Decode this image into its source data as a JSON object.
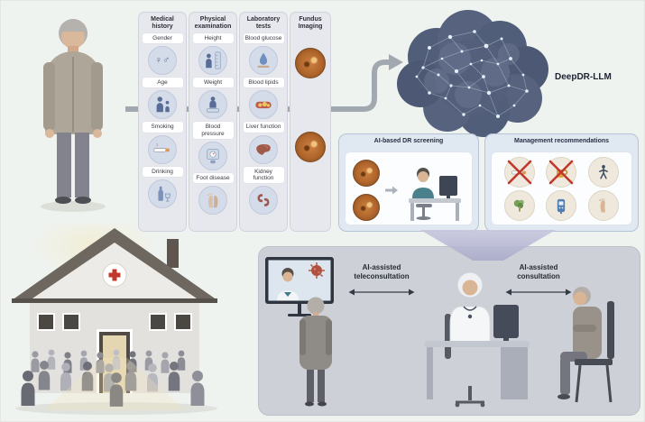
{
  "columns": [
    {
      "title": "Medical history",
      "items": [
        {
          "label": "Gender",
          "icon": "gender-icon"
        },
        {
          "label": "Age",
          "icon": "elderly-person-icon"
        },
        {
          "label": "Smoking",
          "icon": "cigarette-icon"
        },
        {
          "label": "Drinking",
          "icon": "bottle-icon"
        }
      ]
    },
    {
      "title": "Physical examination",
      "items": [
        {
          "label": "Height",
          "icon": "height-ruler-icon"
        },
        {
          "label": "Weight",
          "icon": "weight-scale-icon"
        },
        {
          "label": "Blood pressure",
          "icon": "blood-pressure-monitor-icon"
        },
        {
          "label": "Foot disease",
          "icon": "foot-icon"
        }
      ]
    },
    {
      "title": "Laboratory tests",
      "items": [
        {
          "label": "Blood glucose",
          "icon": "blood-drop-icon"
        },
        {
          "label": "Blood lipids",
          "icon": "artery-lipids-icon"
        },
        {
          "label": "Liver function",
          "icon": "liver-icon"
        },
        {
          "label": "Kidney function",
          "icon": "kidney-icon"
        }
      ]
    },
    {
      "title": "Fundus Imaging",
      "items": [],
      "icons": [
        "fundus-photo",
        "fundus-photo"
      ]
    }
  ],
  "model_label": "DeepDR-LLM",
  "screening_panel": {
    "title": "AI-based DR screening",
    "icons": [
      "fundus-photo",
      "fundus-photo",
      "arrow-right-icon",
      "clinician-at-computer-illustration"
    ]
  },
  "management_panel": {
    "title": "Management recommendations",
    "icons": [
      "no-smoking-icon",
      "no-alcohol-icon",
      "exercise-icon",
      "healthy-diet-icon",
      "glucose-meter-icon",
      "foot-care-icon"
    ]
  },
  "consultation": {
    "tele_label": "AI-assisted teleconsultation",
    "consult_label": "AI-assisted consultation"
  },
  "scene_illustrations": [
    "elderly-patient",
    "brain-network",
    "flow-arrow",
    "funnel",
    "clinic-building",
    "crowd",
    "tv-teleconsultation-screen",
    "standing-patient",
    "doctor-at-desk",
    "seated-patient"
  ],
  "colors": {
    "accent_red": "#c0392b",
    "panel_blue": "#e0e8f2",
    "fundus_orange": "#b0662c",
    "background": "#eff3ef"
  }
}
